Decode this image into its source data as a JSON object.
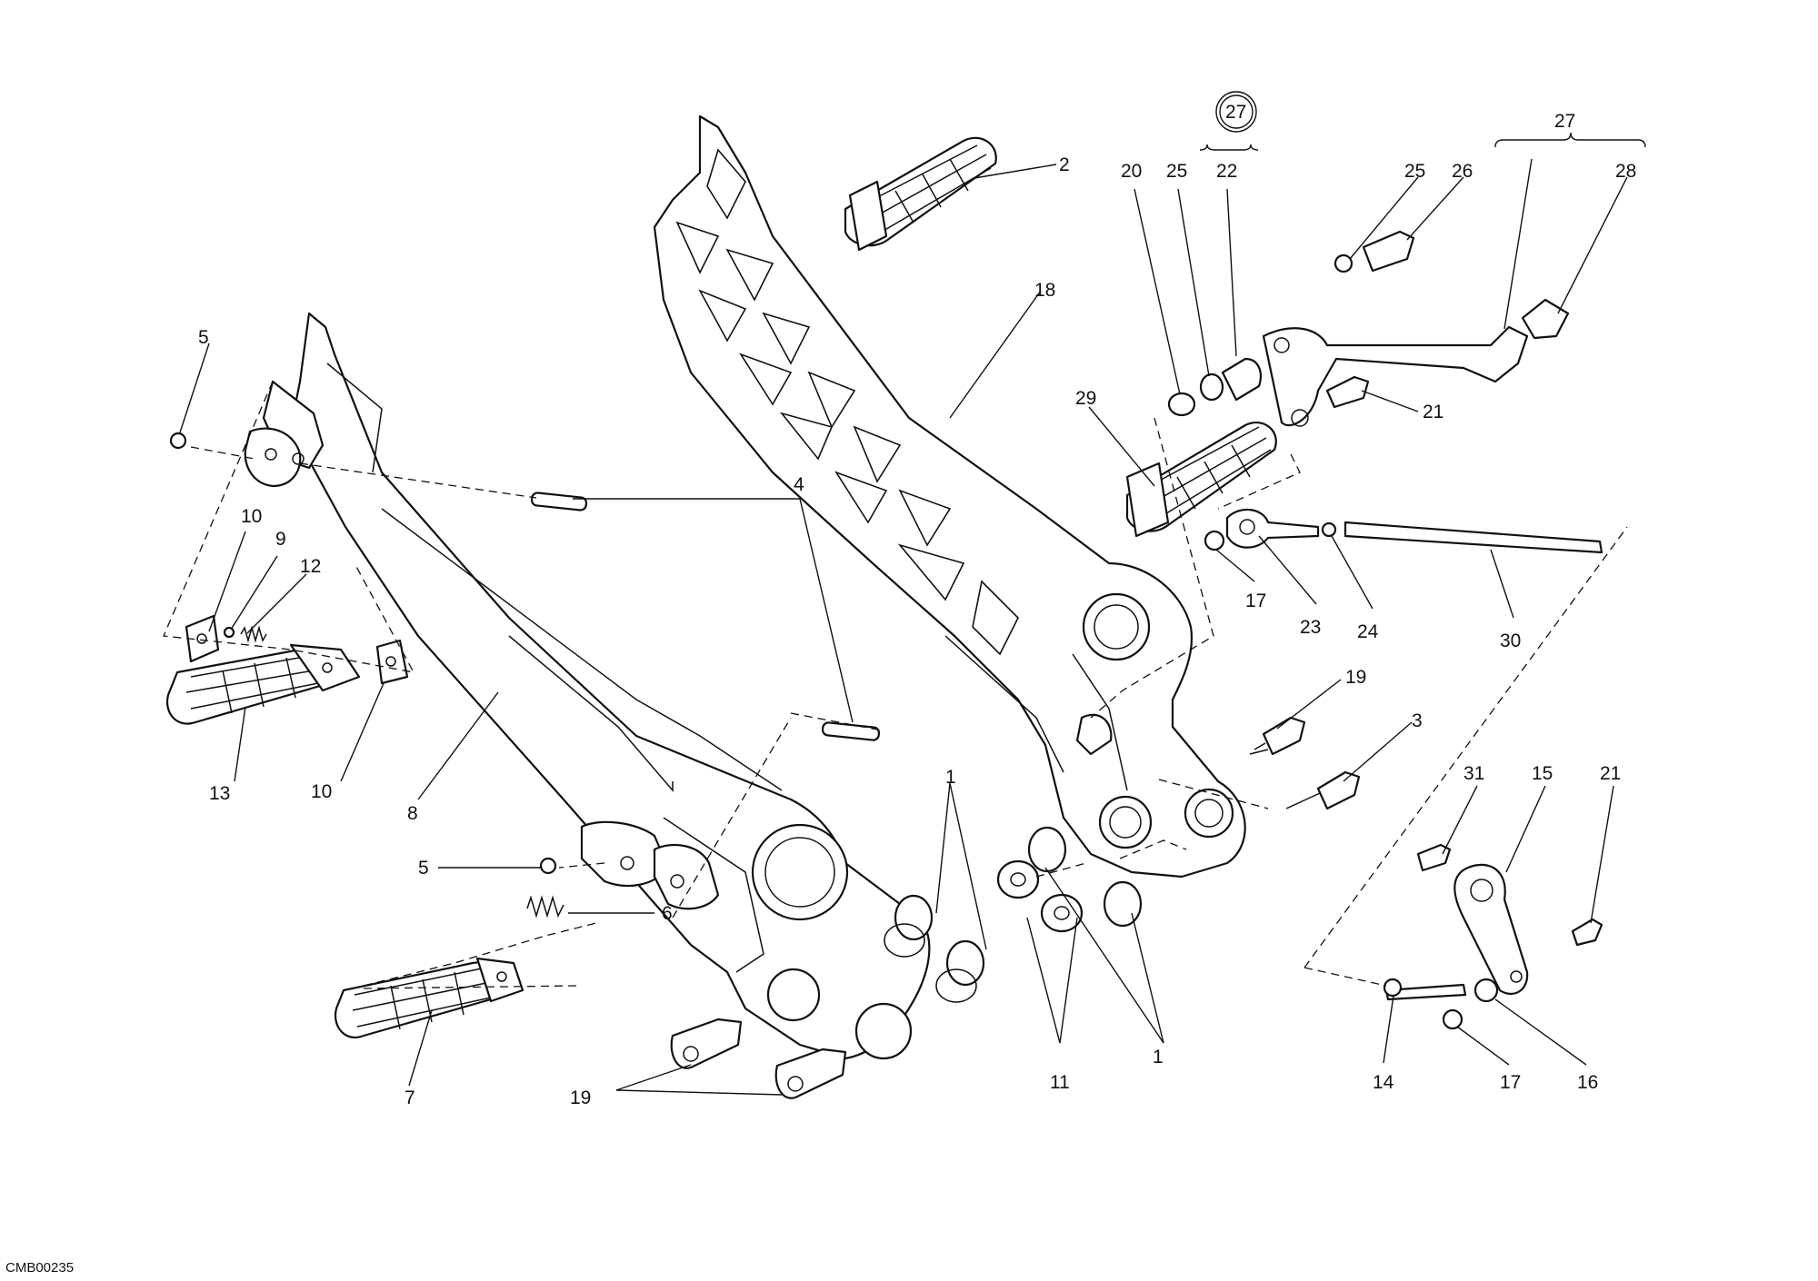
{
  "diagram": {
    "code": "CMB00235",
    "labels": [
      "1",
      "1",
      "1",
      "2",
      "3",
      "4",
      "5",
      "5",
      "6",
      "7",
      "8",
      "9",
      "10",
      "10",
      "11",
      "12",
      "13",
      "14",
      "15",
      "16",
      "17",
      "17",
      "18",
      "19",
      "19",
      "20",
      "21",
      "21",
      "21",
      "22",
      "23",
      "24",
      "25",
      "25",
      "26",
      "27",
      "27",
      "28",
      "29",
      "30",
      "31"
    ]
  },
  "colors": {
    "line": "#111111",
    "background": "#ffffff"
  }
}
